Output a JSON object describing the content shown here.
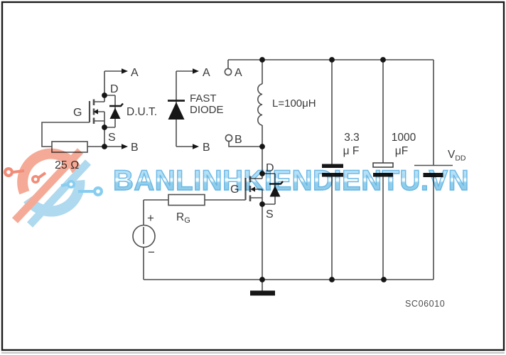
{
  "colors": {
    "wire": "#4f4f4f",
    "ink": "#161616",
    "label_text": "#3a3a3a",
    "border": "#1c1c1c",
    "watermark_text_fill": "#a9daf3",
    "watermark_text_stroke": "#66b5e3",
    "watermark_salmon": "#f5a48f",
    "watermark_red": "#f0836e",
    "watermark_blue": "#a8d6ee",
    "watermark_blue_bright": "#7ec9ef"
  },
  "dut": {
    "label": "D.U.T.",
    "terminal_a": "A",
    "terminal_b": "B",
    "drain": "D",
    "gate": "G",
    "source": "S",
    "gate_resistor_value": "25 Ω"
  },
  "fast_diode": {
    "name_line1": "FAST",
    "name_line2": "DIODE",
    "terminal_a": "A",
    "terminal_b": "B"
  },
  "test_circuit": {
    "terminal_a": "A",
    "terminal_b": "B",
    "inductor_value": "L=100μH",
    "cap1_value_line1": "3.3",
    "cap1_value_line2": "μ F",
    "cap2_value_line1": "1000",
    "cap2_value_line2": "μF",
    "supply_label": "V",
    "supply_label_sub": "DD",
    "mosfet_drain": "D",
    "mosfet_gate": "G",
    "mosfet_source": "S",
    "gate_resistor_label": "R",
    "gate_resistor_label_sub": "G",
    "source_plus": "+",
    "source_minus": "−"
  },
  "figure_code": "SC06010",
  "watermark": {
    "text": "BANLINHKIENDIENTU.VN"
  }
}
